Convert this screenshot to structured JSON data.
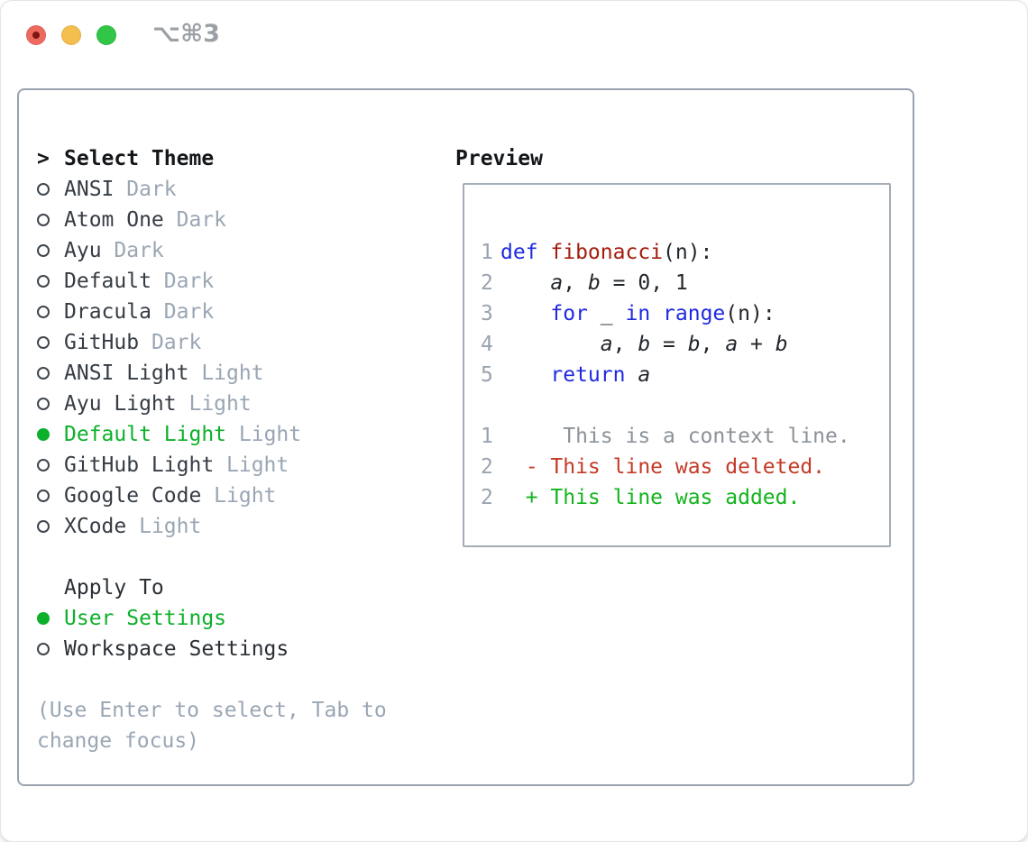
{
  "window": {
    "title": "⌥⌘3"
  },
  "colors": {
    "accent_green": "#0db02a",
    "keyword_blue": "#1f2ae0",
    "function_red": "#a31c0d",
    "deleted_red": "#c43a26",
    "added_green": "#12b41c",
    "context_gray": "#8b9299",
    "line_number_gray": "#99a3af",
    "suffix_gray": "#9aa6b4",
    "help_gray": "#9aa6b4",
    "header_ink": "#14171a",
    "name_ink": "#363c44",
    "option_ink": "#2a2f35",
    "code_ink": "#22262b",
    "panel_border": "#9aa3ae",
    "box_border": "#a4adb6",
    "traffic_red": "#ee6a5f",
    "traffic_yellow": "#f5bf4f",
    "traffic_green": "#32c648"
  },
  "theme_list": {
    "prompt": ">",
    "header": "Select Theme",
    "items": [
      {
        "name": "ANSI",
        "variant": "Dark",
        "selected": false
      },
      {
        "name": "Atom One",
        "variant": "Dark",
        "selected": false
      },
      {
        "name": "Ayu",
        "variant": "Dark",
        "selected": false
      },
      {
        "name": "Default",
        "variant": "Dark",
        "selected": false
      },
      {
        "name": "Dracula",
        "variant": "Dark",
        "selected": false
      },
      {
        "name": "GitHub",
        "variant": "Dark",
        "selected": false
      },
      {
        "name": "ANSI Light",
        "variant": "Light",
        "selected": false
      },
      {
        "name": "Ayu Light",
        "variant": "Light",
        "selected": false
      },
      {
        "name": "Default Light",
        "variant": "Light",
        "selected": true
      },
      {
        "name": "GitHub Light",
        "variant": "Light",
        "selected": false
      },
      {
        "name": "Google Code",
        "variant": "Light",
        "selected": false
      },
      {
        "name": "XCode",
        "variant": "Light",
        "selected": false
      }
    ]
  },
  "apply_to": {
    "header": "Apply To",
    "options": [
      {
        "label": "User Settings",
        "selected": true
      },
      {
        "label": "Workspace Settings",
        "selected": false
      }
    ]
  },
  "help": {
    "line1": "(Use Enter to select, Tab to",
    "line2": "change focus)"
  },
  "preview": {
    "header": "Preview",
    "code_lines": [
      {
        "num": "1",
        "tokens": [
          {
            "t": "def ",
            "c": "kw"
          },
          {
            "t": "fibonacci",
            "c": "fn"
          },
          {
            "t": "(n):",
            "c": "pl"
          }
        ]
      },
      {
        "num": "2",
        "tokens": [
          {
            "t": "    ",
            "c": "pl"
          },
          {
            "t": "a",
            "c": "var"
          },
          {
            "t": ", ",
            "c": "pl"
          },
          {
            "t": "b",
            "c": "var"
          },
          {
            "t": " = ",
            "c": "pl"
          },
          {
            "t": "0, 1",
            "c": "pl"
          }
        ]
      },
      {
        "num": "3",
        "tokens": [
          {
            "t": "    ",
            "c": "pl"
          },
          {
            "t": "for",
            "c": "kw"
          },
          {
            "t": " _ ",
            "c": "pl"
          },
          {
            "t": "in",
            "c": "kw"
          },
          {
            "t": " ",
            "c": "pl"
          },
          {
            "t": "range",
            "c": "kw"
          },
          {
            "t": "(n):",
            "c": "pl"
          }
        ]
      },
      {
        "num": "4",
        "tokens": [
          {
            "t": "        ",
            "c": "pl"
          },
          {
            "t": "a",
            "c": "var"
          },
          {
            "t": ", ",
            "c": "pl"
          },
          {
            "t": "b",
            "c": "var"
          },
          {
            "t": " = ",
            "c": "pl"
          },
          {
            "t": "b",
            "c": "var"
          },
          {
            "t": ", ",
            "c": "pl"
          },
          {
            "t": "a",
            "c": "var"
          },
          {
            "t": " + ",
            "c": "pl"
          },
          {
            "t": "b",
            "c": "var"
          }
        ]
      },
      {
        "num": "5",
        "tokens": [
          {
            "t": "    ",
            "c": "pl"
          },
          {
            "t": "return",
            "c": "kw"
          },
          {
            "t": " ",
            "c": "pl"
          },
          {
            "t": "a",
            "c": "var"
          }
        ]
      }
    ],
    "diff_lines": [
      {
        "num": "1",
        "text": "     This is a context line.",
        "kind": "ctx"
      },
      {
        "num": "2",
        "text": "  - This line was deleted.",
        "kind": "del"
      },
      {
        "num": "2",
        "text": "  + This line was added.",
        "kind": "add"
      }
    ]
  }
}
